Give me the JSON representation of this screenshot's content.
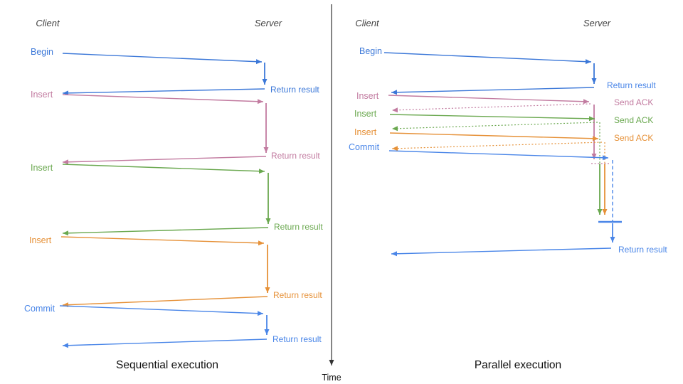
{
  "palette": {
    "begin_blue": "#3c78d8",
    "commit_blue": "#4a86e8",
    "insert_pink": "#c27ba0",
    "insert_green": "#6aa84f",
    "insert_orange": "#e69138",
    "header_gray": "#434343",
    "axis_black": "#333333"
  },
  "time_axis": {
    "label": "Time"
  },
  "sequential": {
    "title": "Sequential execution",
    "client_label": "Client",
    "server_label": "Server",
    "steps": [
      {
        "request": "Begin",
        "response": "Return result"
      },
      {
        "request": "Insert",
        "response": "Return result"
      },
      {
        "request": "Insert",
        "response": "Return result"
      },
      {
        "request": "Insert",
        "response": "Return result"
      },
      {
        "request": "Commit",
        "response": "Return result"
      }
    ]
  },
  "parallel": {
    "title": "Parallel execution",
    "client_label": "Client",
    "server_label": "Server",
    "steps": [
      {
        "request": "Begin",
        "response": "Return result"
      },
      {
        "request": "Insert",
        "response": "Send ACK"
      },
      {
        "request": "Insert",
        "response": "Send ACK"
      },
      {
        "request": "Insert",
        "response": "Send ACK"
      },
      {
        "request": "Commit",
        "response": "Return result"
      }
    ]
  }
}
